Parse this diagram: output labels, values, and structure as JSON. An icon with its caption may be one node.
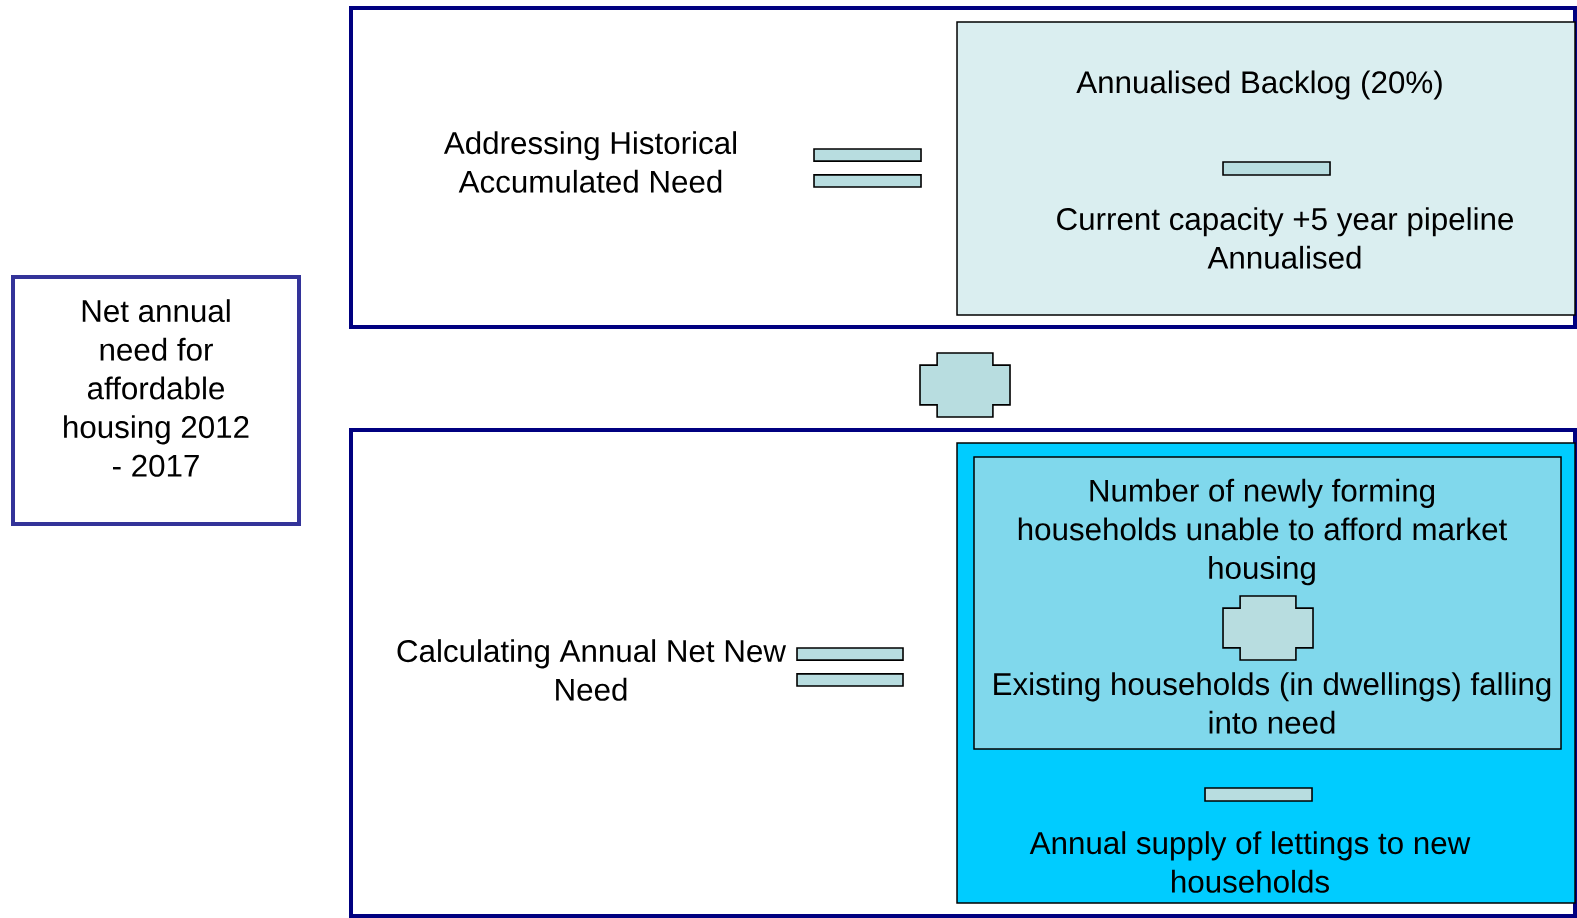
{
  "diagram": {
    "nodes": [
      {
        "text": [
          "Net annual need for affordable housing 2012 - 2017"
        ]
      },
      {
        "text": [
          "Addressing Historical Accumulated Need"
        ]
      },
      {
        "text": [
          "Annualised Backlog (20%)",
          "Current capacity +5 year pipeline Annualised"
        ],
        "in": 1
      },
      {
        "text": [
          "Calculating Annual Net New Need"
        ]
      },
      {
        "text": [
          "Annual supply of lettings to new households"
        ],
        "in": 3
      },
      {
        "text": [
          "Number of newly forming households unable to afford market housing",
          "Existing households (in dwellings) falling into need"
        ],
        "in": 4
      },
      {
        "text": [],
        "shape": "equals",
        "in": 1
      },
      {
        "text": [],
        "shape": "minus",
        "in": 2
      },
      {
        "text": [],
        "shape": "plus"
      },
      {
        "text": [],
        "shape": "equals",
        "in": 3
      },
      {
        "text": [],
        "shape": "plus",
        "in": 5
      },
      {
        "text": [],
        "shape": "minus",
        "in": 4
      }
    ],
    "edges": []
  }
}
